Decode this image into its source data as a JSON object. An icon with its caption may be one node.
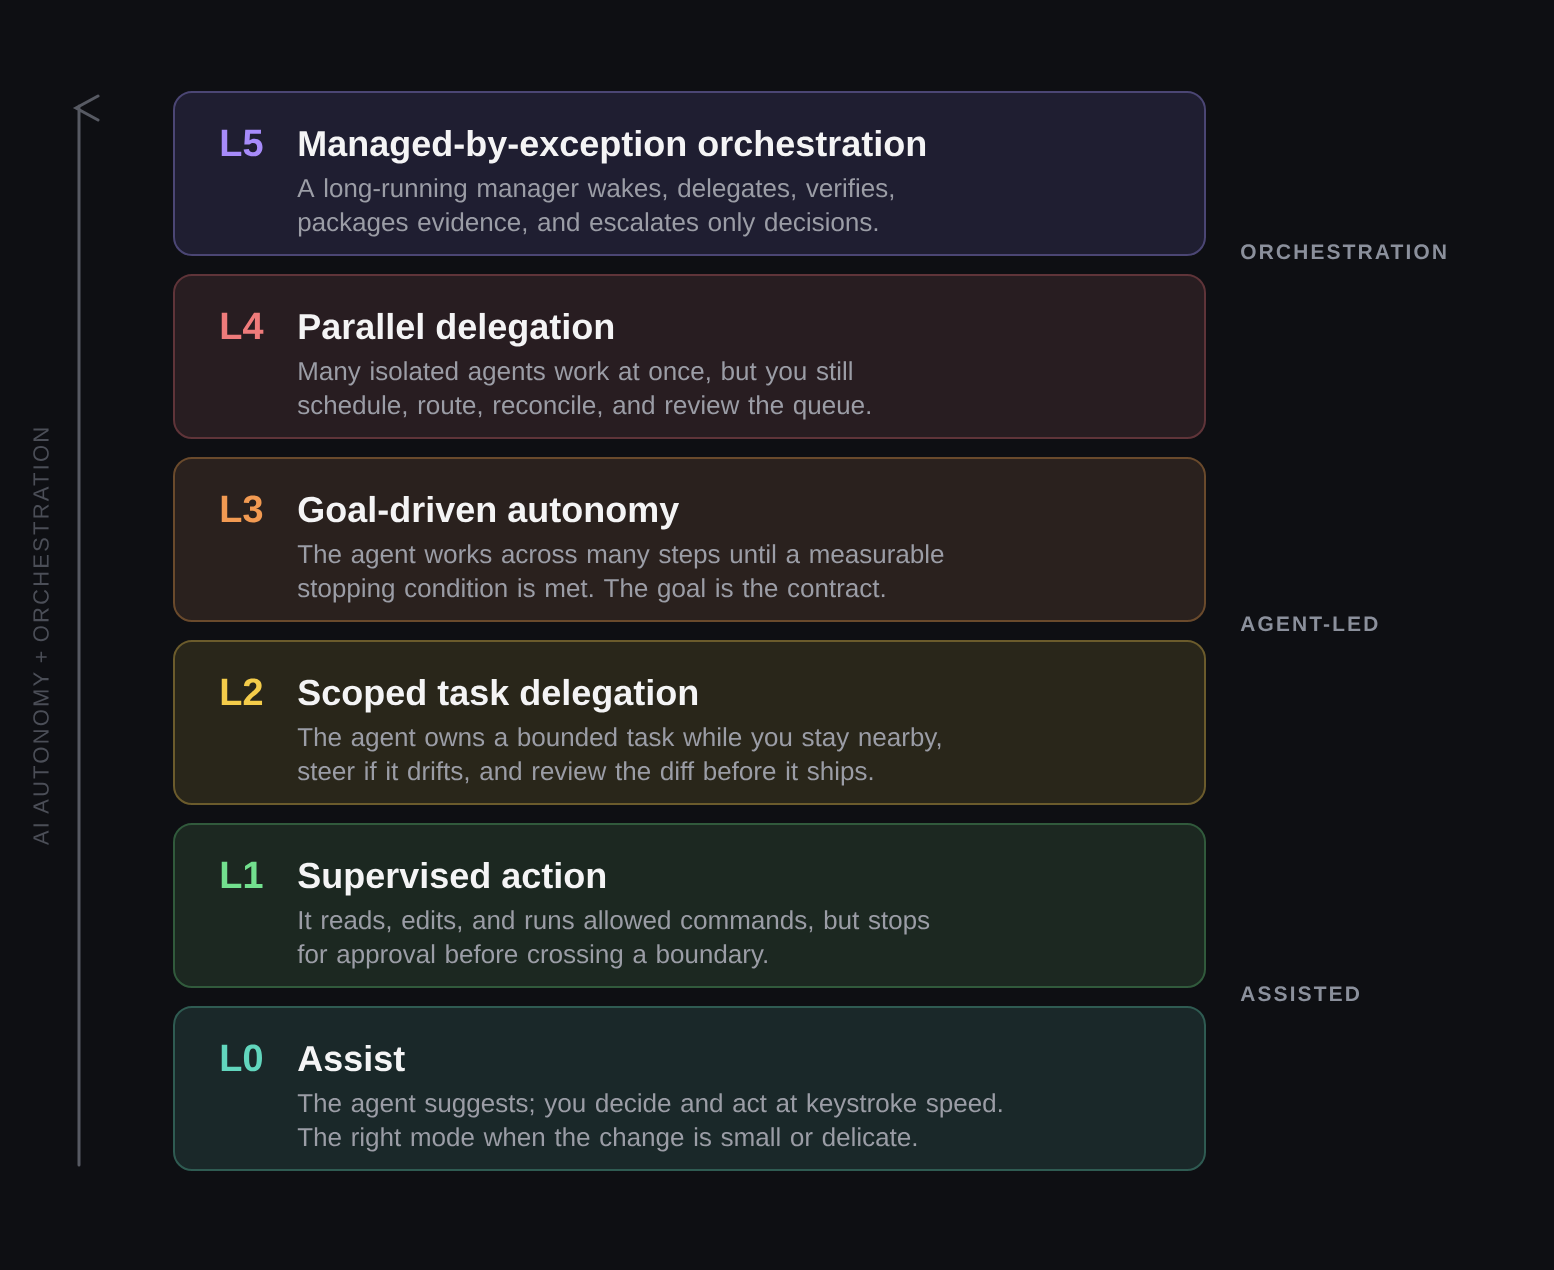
{
  "diagram": {
    "nodes": [
      {
        "text": [
          "L5",
          "Managed-by-exception orchestration",
          "A long-running manager wakes, delegates, verifies, packages evidence, and escalates only decisions."
        ]
      },
      {
        "text": [
          "L4",
          "Parallel delegation",
          "Many isolated agents work at once, but you still schedule, route, reconcile, and review the queue."
        ]
      },
      {
        "text": [
          "L3",
          "Goal-driven autonomy",
          "The agent works across many steps until a measurable stopping condition is met. The goal is the contract."
        ]
      },
      {
        "text": [
          "L2",
          "Scoped task delegation",
          "The agent owns a bounded task while you stay nearby, steer if it drifts, and review the diff before it ships."
        ]
      },
      {
        "text": [
          "L1",
          "Supervised action",
          "It reads, edits, and runs allowed commands, but stops for approval before crossing a boundary."
        ]
      },
      {
        "text": [
          "L0",
          "Assist",
          "The agent suggests; you decide and act at keystroke speed. The right mode when the change is small or delicate."
        ]
      }
    ],
    "labels": [
      "AI AUTONOMY + ORCHESTRATION",
      "ORCHESTRATION",
      "AGENT-LED",
      "ASSISTED"
    ]
  }
}
